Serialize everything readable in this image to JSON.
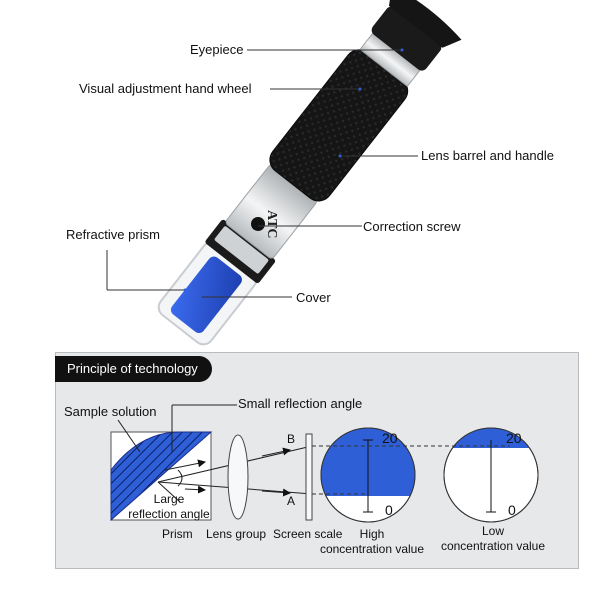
{
  "callouts": {
    "eyepiece": "Eyepiece",
    "hand_wheel": "Visual adjustment hand wheel",
    "barrel": "Lens barrel and handle",
    "prism": "Refractive prism",
    "screw": "Correction screw",
    "cover": "Cover"
  },
  "device": {
    "atc_text": "ATC"
  },
  "principle": {
    "tab_title": "Principle of technology",
    "sample_solution": "Sample solution",
    "small_angle": "Small reflection angle",
    "large_angle_line1": "Large",
    "large_angle_line2": "reflection angle",
    "prism": "Prism",
    "lens_group": "Lens group",
    "screen_scale": "Screen scale",
    "b_label": "B",
    "a_label": "A",
    "high_scale_top": "20",
    "high_scale_bottom": "0",
    "low_scale_top": "20",
    "low_scale_bottom": "0",
    "high_line1": "High",
    "high_line2": "concentration value",
    "low_line1": "Low",
    "low_line2": "concentration value"
  },
  "colors": {
    "blue": "#2f5fd6",
    "handle": "#141414",
    "metal": "#d9dcde"
  }
}
